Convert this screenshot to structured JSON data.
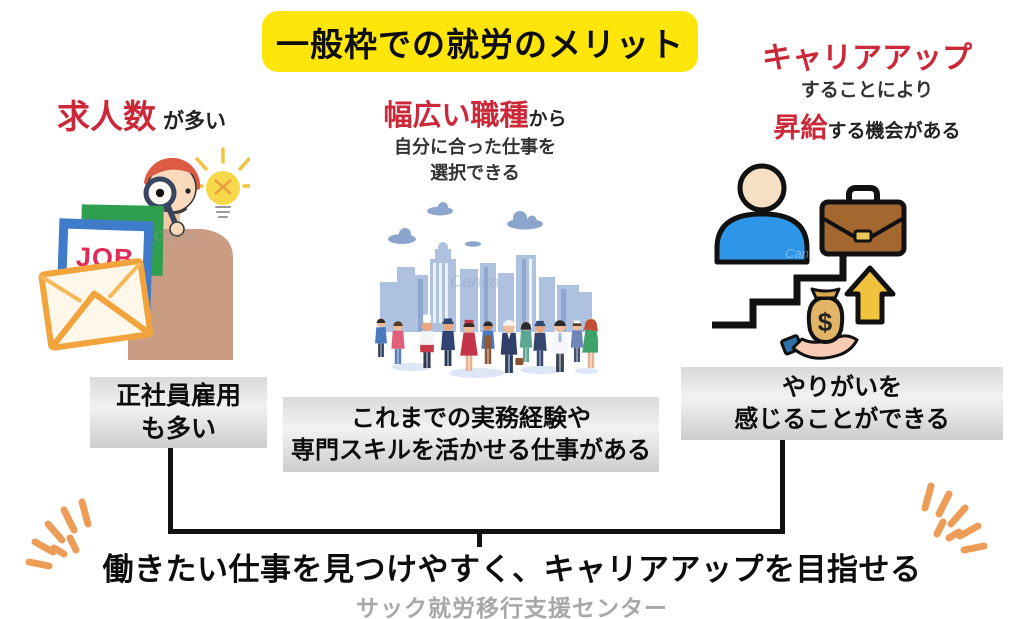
{
  "title": "一般枠での就労のメリット",
  "colors": {
    "accent_red": "#CB2939",
    "banner_yellow": "#FFE60A",
    "sparkle_orange": "#ED9C57",
    "footer_gray": "#A8A8A8",
    "box_gray": "#E3E3E3"
  },
  "columns": [
    {
      "heading": {
        "em": "求人数",
        "rest": "が多い"
      },
      "box_lines": [
        "正社員雇用",
        "も多い"
      ]
    },
    {
      "heading": {
        "em": "幅広い職種",
        "rest": "から",
        "sub1": "自分に合った仕事を",
        "sub2": "選択できる"
      },
      "box_lines": [
        "これまでの実務経験や",
        "専門スキルを活かせる仕事がある"
      ]
    },
    {
      "heading": {
        "line1_em": "キャリアアップ",
        "line2": "することにより",
        "line3_em": "昇給",
        "line3_rest": "する機会がある"
      },
      "box_lines": [
        "やりがいを",
        "感じることができる"
      ]
    }
  ],
  "conclusion": "働きたい仕事を見つけやすく、キャリアアップを目指せる",
  "footer": "サック就労移行支援センター",
  "illustrations": {
    "left": {
      "job_label": "JOB"
    },
    "right": {
      "dollar_sign": "$"
    },
    "watermark": "Canva"
  }
}
